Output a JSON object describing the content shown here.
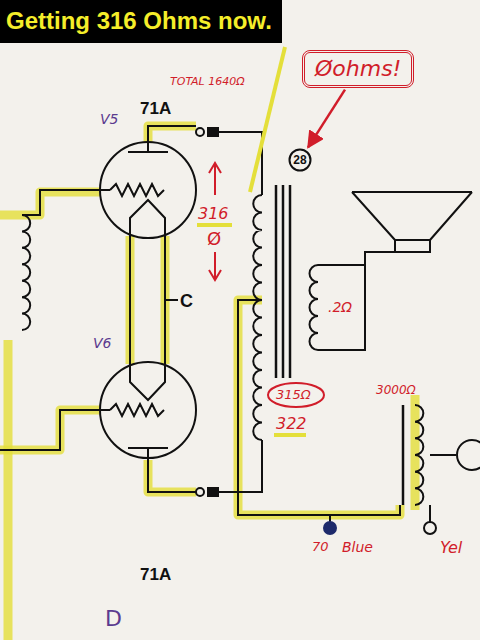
{
  "diagram": {
    "title": "Getting 316 Ohms now.",
    "nodes": [
      {
        "text": [
          "Øohms!"
        ]
      },
      {
        "text": [
          "28"
        ]
      }
    ],
    "edges": [
      {
        "from": 0,
        "to": 1,
        "arrow": "to"
      }
    ],
    "labels": [
      "TOTAL 1640Ω",
      "71A",
      "V5",
      "316",
      "Ø",
      "C",
      ".2Ω",
      "315Ω",
      "322",
      "V6",
      "71A",
      "3000Ω",
      "70",
      "Blue",
      "Yel",
      "D"
    ]
  }
}
